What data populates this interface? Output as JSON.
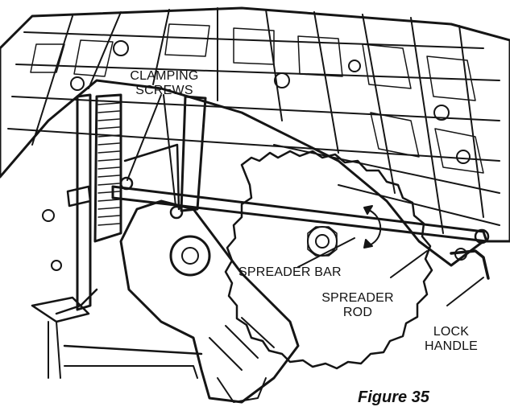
{
  "labels": {
    "clamping_screws_line1": "CLAMPING",
    "clamping_screws_line2": "SCREWS",
    "spreader_bar": "SPREADER BAR",
    "spreader_rod_line1": "SPREADER",
    "spreader_rod_line2": "ROD",
    "lock_handle_line1": "LOCK",
    "lock_handle_line2": "HANDLE"
  },
  "caption": "Figure 35"
}
